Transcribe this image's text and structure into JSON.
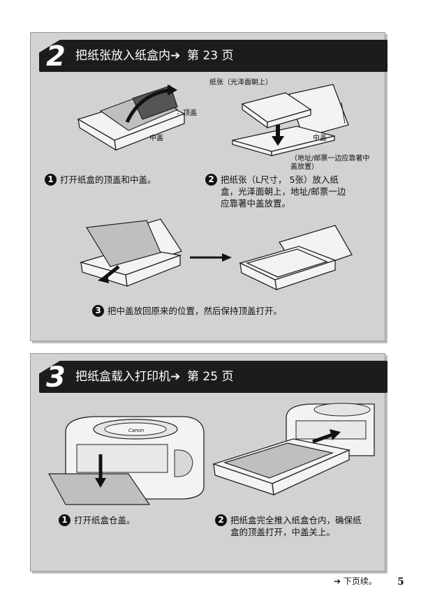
{
  "section2": {
    "step_number": "2",
    "title": "把纸张放入纸盒内",
    "arrow": "➔",
    "ref": "第 23 页",
    "labels": {
      "top_cover": "顶盖",
      "middle_cover": "中盖",
      "paper": "纸张（光泽面朝上）",
      "middle_cover_right": "中盖",
      "address_note": "（地址/邮票一边应靠著中\n盖放置）"
    },
    "steps": [
      {
        "num": "1",
        "text": "打开纸盒的顶盖和中盖。"
      },
      {
        "num": "2",
        "text": "把纸张（L尺寸， 5张）放入纸\n盒，光泽面朝上，地址/邮票一边\n应靠著中盖放置。"
      },
      {
        "num": "3",
        "text": "把中盖放回原来的位置，然后保持顶盖打开。"
      }
    ]
  },
  "section3": {
    "step_number": "3",
    "title": "把纸盒载入打印机",
    "arrow": "➔",
    "ref": "第 25 页",
    "brand": "Canon",
    "steps": [
      {
        "num": "1",
        "text": "打开纸盒仓盖。"
      },
      {
        "num": "2",
        "text": "把纸盒完全推入纸盒仓内，确保纸\n盒的顶盖打开，中盖关上。"
      }
    ]
  },
  "footer": {
    "next_arrow": "➔",
    "next_text": "下页续。",
    "page_number": "5"
  }
}
